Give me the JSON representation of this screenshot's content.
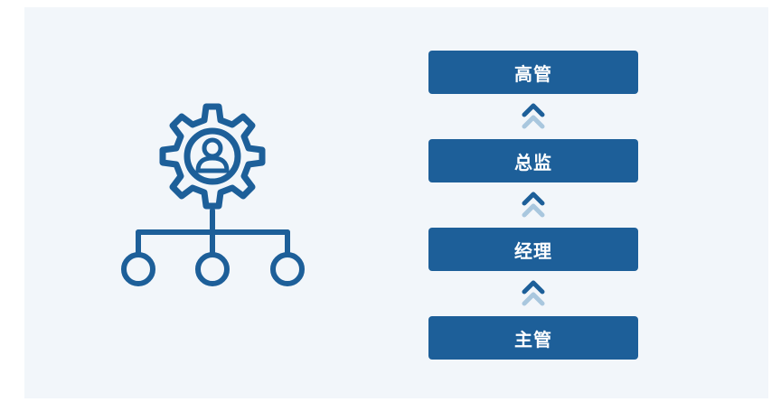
{
  "colors": {
    "primary": "#1d5f99",
    "arrow_light": "#a9c7de",
    "panel_bg": "#f2f6fa",
    "text_on_primary": "#ffffff"
  },
  "icons": {
    "org": "org-chart-gear-user-icon",
    "arrow": "double-chevron-up-icon"
  },
  "hierarchy": {
    "levels": [
      {
        "label": "高管"
      },
      {
        "label": "总监"
      },
      {
        "label": "经理"
      },
      {
        "label": "主管"
      }
    ]
  }
}
